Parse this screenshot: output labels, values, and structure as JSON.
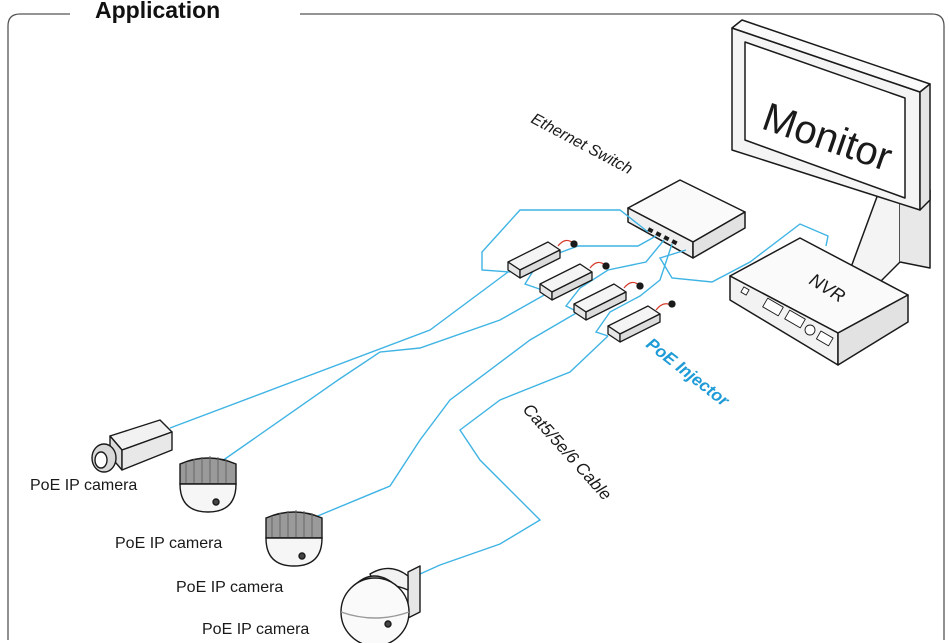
{
  "title": "Application",
  "labels": {
    "monitor": "Monitor",
    "switch": "Ethernet Switch",
    "nvr": "NVR",
    "injector": "PoE Injector",
    "cable": "Cat5/5e/6 Cable",
    "camera1": "PoE IP camera",
    "camera2": "PoE IP camera",
    "camera3": "PoE IP camera",
    "camera4": "PoE IP camera"
  },
  "colors": {
    "cable": "#3fb4e4",
    "injector_label": "#1e9bd7",
    "outline": "#1a1a1a",
    "frame": "#555555",
    "power_wire": "#d43b2a"
  },
  "icons": {
    "monitor": "monitor-icon",
    "switch": "switch-icon",
    "nvr": "nvr-icon",
    "injector": "poe-injector-icon",
    "box_camera": "box-camera-icon",
    "dome_camera": "dome-camera-icon",
    "ptz_camera": "ptz-camera-icon"
  }
}
